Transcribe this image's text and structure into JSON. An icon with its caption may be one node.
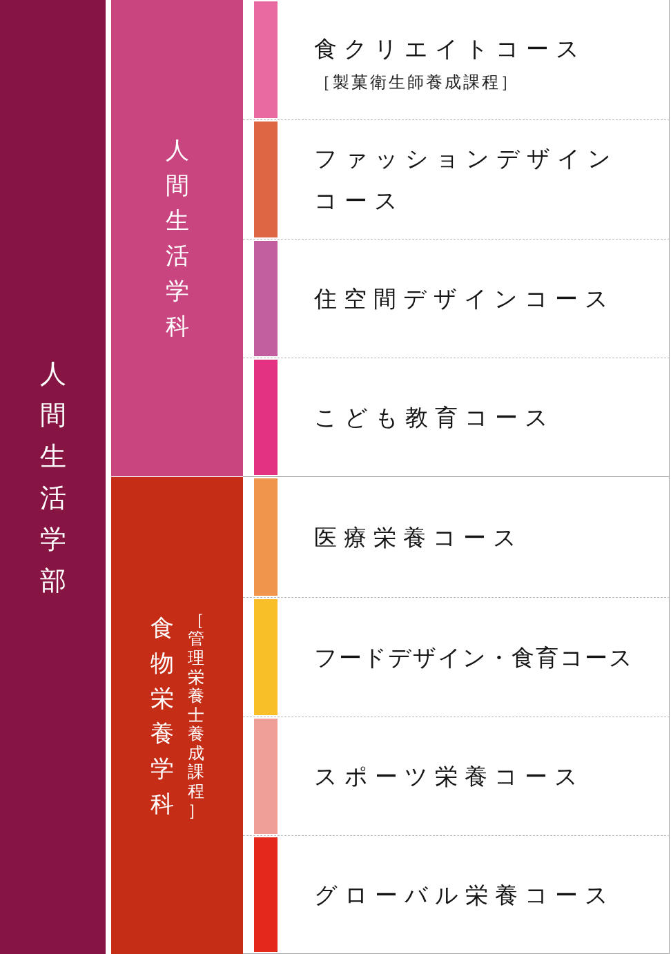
{
  "diagram": {
    "nodes": [
      {
        "text": [
          "人間生活学部"
        ]
      },
      {
        "text": [
          "人間生活学科"
        ]
      },
      {
        "text": [
          "食クリエイトコース",
          "［製菓衛生師養成課程］"
        ]
      },
      {
        "text": [
          "ファッションデザインコース"
        ]
      },
      {
        "text": [
          "住空間デザインコース"
        ]
      },
      {
        "text": [
          "こども教育コース"
        ]
      },
      {
        "text": [
          "食物栄養学科",
          "［管理栄養士養成課程］"
        ]
      },
      {
        "text": [
          "医療栄養コース"
        ]
      },
      {
        "text": [
          "フードデザイン・食育コース"
        ]
      },
      {
        "text": [
          "スポーツ栄養コース"
        ]
      },
      {
        "text": [
          "グローバル栄養コース"
        ]
      }
    ]
  }
}
